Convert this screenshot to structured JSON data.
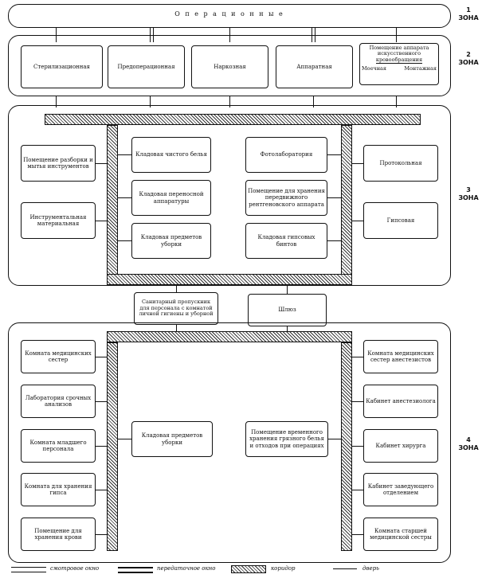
{
  "zone1": {
    "title": "О п е р а ц и о н н ы е",
    "label_num": "1",
    "label_word": "ЗОНА"
  },
  "zone2": {
    "label_num": "2",
    "label_word": "ЗОНА",
    "rooms": [
      "Стерилизационная",
      "Предоперационная",
      "Наркозная",
      "Аппаратная"
    ],
    "complex": {
      "line1": "Помещение   аппарата",
      "line2": "искусственного",
      "line3": "кровообращения",
      "left": "Моечная",
      "right": "Монтажная"
    }
  },
  "zone3": {
    "label_num": "3",
    "label_word": "ЗОНА",
    "left": [
      "Помещение разборки и мытья инструментов",
      "Инструментальная материальная"
    ],
    "inner_left": [
      "Кладовая чистого белья",
      "Кладовая переносной аппаратуры",
      "Кладовая предметов уборки"
    ],
    "inner_right": [
      "Фотолаборатория",
      "Помещение для хранения передвижного рентгеновского аппарата",
      "Кладовая гипсовых бинтов"
    ],
    "right": [
      "Протокольная",
      "Гипсовая"
    ]
  },
  "passage": {
    "sanitary": "Санитарный пропускник для персонала с комнатой личной гигиены и уборной",
    "shluz": "Шлюз"
  },
  "zone4": {
    "label_num": "4",
    "label_word": "ЗОНА",
    "left": [
      "Комната медицинских сестер",
      "Лаборатория срочных анализов",
      "Комната младшего персонала",
      "Комната для хранения гипса",
      "Помещение для хранения крови"
    ],
    "inner_left": "Кладовая предметов уборки",
    "inner_right": "Помещение временного хранения грязного белья и отходов при операциях",
    "right": [
      "Комната медицинских сестер анестезистов",
      "Кабинет анестезиолога",
      "Кабинет хирурга",
      "Кабинет заведующего отделением",
      "Комната старшей медицинской сестры"
    ]
  },
  "legend": {
    "window": "смотровое окно",
    "transfer": "передаточное окно",
    "corridor": "коридор",
    "door": "дверь"
  }
}
